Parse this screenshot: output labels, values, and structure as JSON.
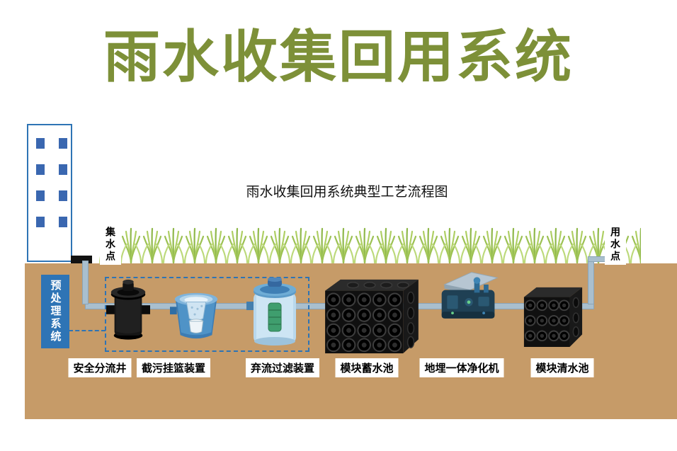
{
  "title": "雨水收集回用系统",
  "diagram": {
    "subtitle": "雨水收集回用系统典型工艺流程图",
    "collection_point": "集水点",
    "use_point": "用水点",
    "pretreatment_system": "预处理系统",
    "devices": [
      {
        "label": "安全分流井"
      },
      {
        "label": "截污挂篮装置"
      },
      {
        "label": "弃流过滤装置"
      },
      {
        "label": "模块蓄水池"
      },
      {
        "label": "地埋一体净化机"
      },
      {
        "label": "模块清水池"
      }
    ]
  },
  "colors": {
    "title_text": "#7d9038",
    "ground": "#c69b68",
    "grass": "#9cc153",
    "pipe": "#a9bfce",
    "pretreatment_blue": "#2e74b5",
    "building_window": "#3a67b0",
    "device_black": "#101010",
    "device_blue": "#4f93c7"
  }
}
